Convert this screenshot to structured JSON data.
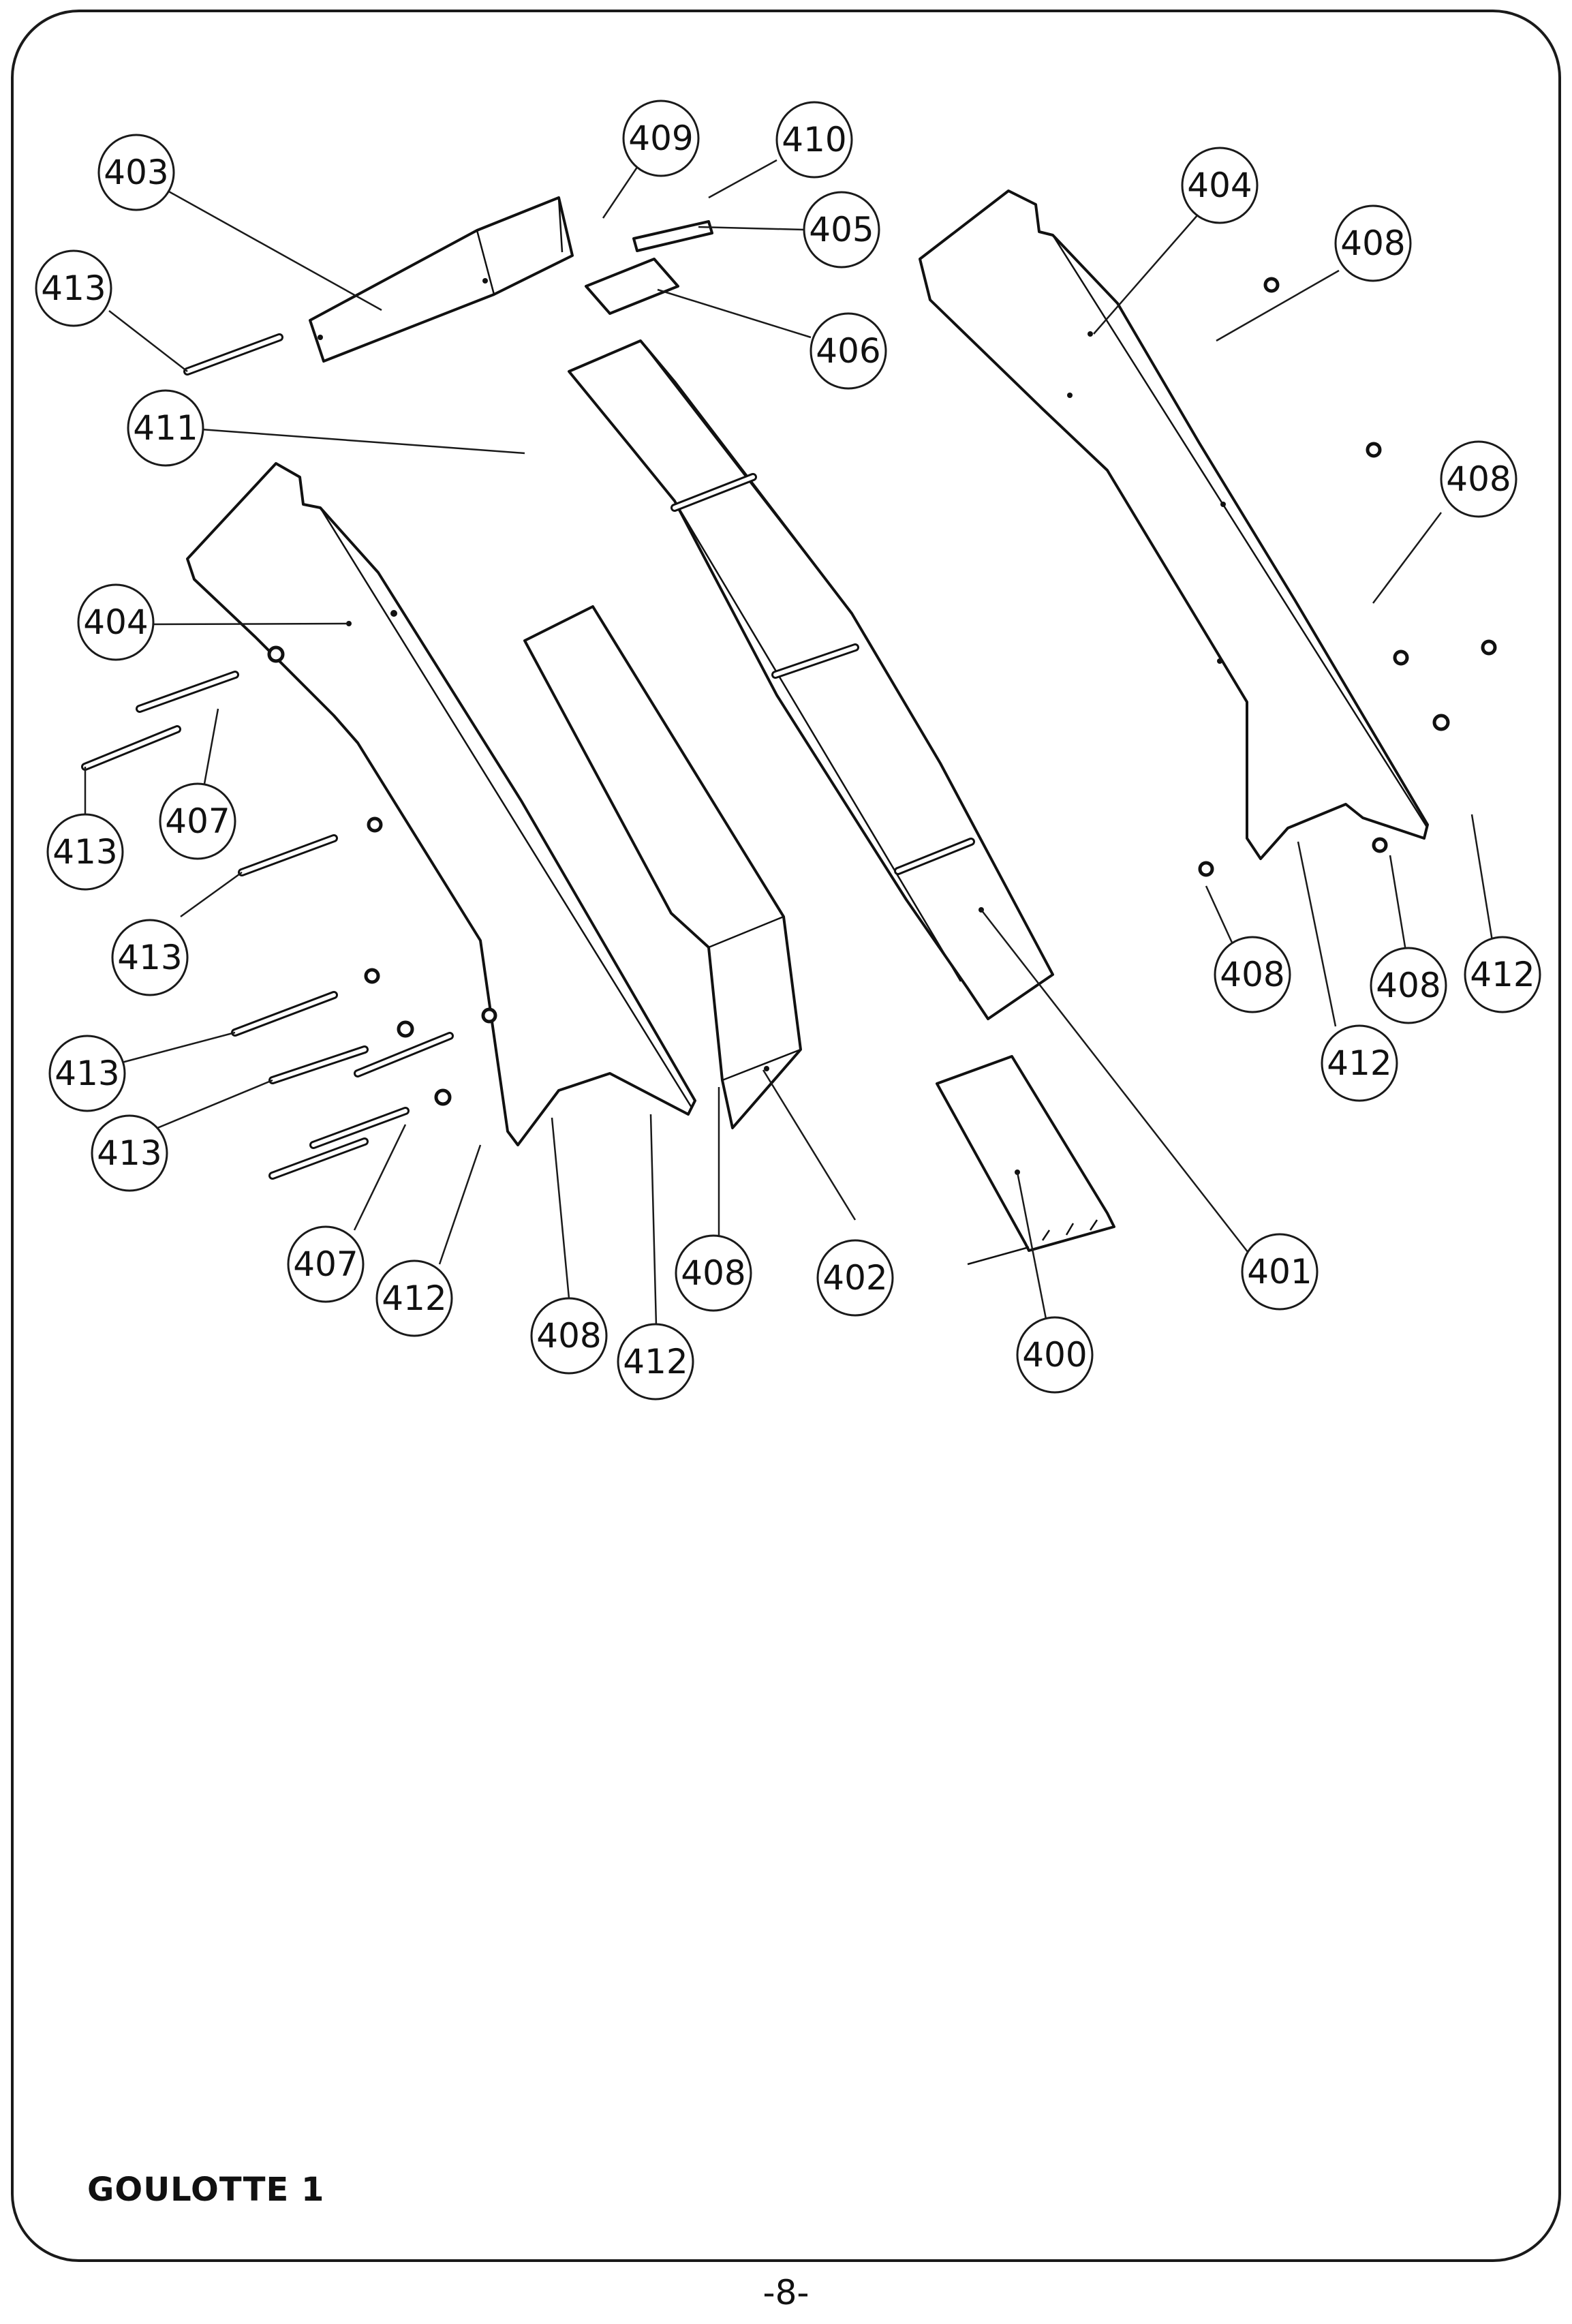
{
  "title": "GOULOTTE 1",
  "page_number": "-8-",
  "callouts": [
    "403",
    "409",
    "410",
    "405",
    "404",
    "408",
    "413",
    "406",
    "411",
    "408",
    "404",
    "413",
    "407",
    "413",
    "408",
    "408",
    "412",
    "412",
    "413",
    "413",
    "407",
    "412",
    "408",
    "412",
    "408",
    "402",
    "400",
    "401"
  ]
}
